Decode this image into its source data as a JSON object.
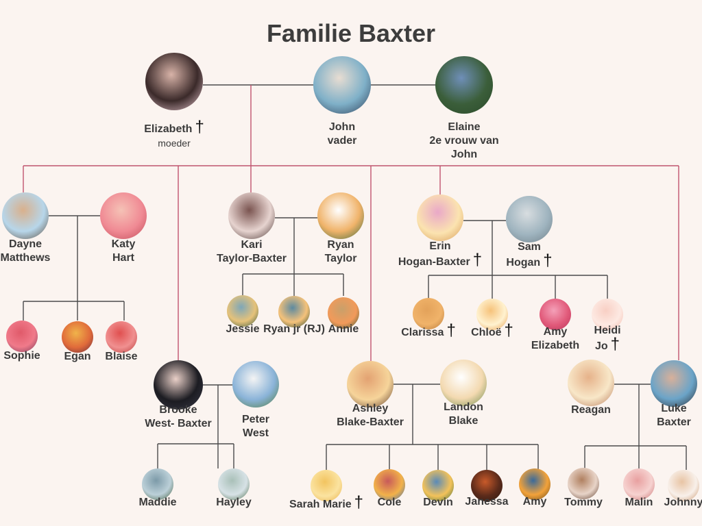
{
  "title": "Familie Baxter",
  "cross": "†",
  "persons": [
    {
      "id": "elizabeth",
      "lines": [
        "Elizabeth"
      ],
      "note": "moeder",
      "deceased": true,
      "colors": [
        "#3b2a2a",
        "#d8b3a8",
        "#e9c8d0"
      ]
    },
    {
      "id": "john",
      "lines": [
        "John",
        "vader"
      ],
      "deceased": false,
      "colors": [
        "#7fb0c8",
        "#e8ddd2",
        "#2c3e57"
      ]
    },
    {
      "id": "elaine",
      "lines": [
        "Elaine",
        "2e vrouw van",
        "John"
      ],
      "deceased": false,
      "colors": [
        "#3b5e3a",
        "#6f8fb8",
        "#2a4a2a"
      ]
    },
    {
      "id": "dayne",
      "lines": [
        "Dayne",
        "Matthews"
      ],
      "deceased": false,
      "colors": [
        "#b7d6ea",
        "#d9b08c",
        "#5a4a3a"
      ]
    },
    {
      "id": "katy",
      "lines": [
        "Katy",
        "Hart"
      ],
      "deceased": false,
      "colors": [
        "#f08a94",
        "#f5c2b6",
        "#c24d5a"
      ]
    },
    {
      "id": "kari",
      "lines": [
        "Kari",
        "Taylor-Baxter"
      ],
      "deceased": false,
      "colors": [
        "#e6d3cf",
        "#7a5450",
        "#4a3532"
      ]
    },
    {
      "id": "ryan",
      "lines": [
        "Ryan",
        "Taylor"
      ],
      "deceased": false,
      "colors": [
        "#f0b36a",
        "#ffffff",
        "#3f6a3a"
      ]
    },
    {
      "id": "erin",
      "lines": [
        "Erin",
        "Hogan-Baxter"
      ],
      "deceased": true,
      "colors": [
        "#fbe3b0",
        "#e9a8c8",
        "#d79a55"
      ]
    },
    {
      "id": "sam",
      "lines": [
        "Sam",
        "Hogan"
      ],
      "deceased": true,
      "colors": [
        "#9fb4bf",
        "#d8dde0",
        "#6f7f88"
      ]
    },
    {
      "id": "jessie",
      "lines": [
        "Jessie"
      ],
      "deceased": false,
      "colors": [
        "#e6c27a",
        "#7ea7b8",
        "#35583f"
      ]
    },
    {
      "id": "ryanjr",
      "lines": [
        "Ryan jr (RJ)"
      ],
      "deceased": false,
      "colors": [
        "#f5c27a",
        "#5d8aa0",
        "#24452c"
      ]
    },
    {
      "id": "annie",
      "lines": [
        "Annie"
      ],
      "deceased": false,
      "colors": [
        "#f29a5a",
        "#c9a06a",
        "#3a5a33"
      ]
    },
    {
      "id": "clarissa",
      "lines": [
        "Clarissa"
      ],
      "deceased": true,
      "colors": [
        "#f0b36a",
        "#e3a25a",
        "#b87a3a"
      ]
    },
    {
      "id": "chloe",
      "lines": [
        "Chloë"
      ],
      "deceased": true,
      "colors": [
        "#fff2d0",
        "#f6c27a",
        "#e79a4a"
      ]
    },
    {
      "id": "amy_e",
      "lines": [
        "Amy",
        "Elizabeth"
      ],
      "deceased": false,
      "colors": [
        "#e15a7a",
        "#f4a0b8",
        "#b8345a"
      ]
    },
    {
      "id": "heidi",
      "lines": [
        "Heidi",
        "Jo"
      ],
      "deceased": true,
      "colors": [
        "#fde9e2",
        "#f8cfc4",
        "#f3b9ab"
      ]
    },
    {
      "id": "sophie",
      "lines": [
        "Sophie"
      ],
      "deceased": false,
      "colors": [
        "#f07a8a",
        "#e05a6a",
        "#7a3a5a"
      ]
    },
    {
      "id": "egan",
      "lines": [
        "Egan"
      ],
      "deceased": false,
      "colors": [
        "#e06a3a",
        "#f0b34a",
        "#6a2a3a"
      ]
    },
    {
      "id": "blaise",
      "lines": [
        "Blaise"
      ],
      "deceased": false,
      "colors": [
        "#f09090",
        "#e05050",
        "#b83a3a"
      ]
    },
    {
      "id": "brooke",
      "lines": [
        "Brooke",
        "West- Baxter"
      ],
      "deceased": false,
      "colors": [
        "#1c1c22",
        "#ead0c8",
        "#3a3a48"
      ]
    },
    {
      "id": "peter",
      "lines": [
        "Peter",
        "West"
      ],
      "deceased": false,
      "colors": [
        "#8ab3d8",
        "#f4f4f4",
        "#4f7a3a"
      ]
    },
    {
      "id": "ashley",
      "lines": [
        "Ashley",
        "Blake-Baxter"
      ],
      "deceased": false,
      "colors": [
        "#f6d49a",
        "#e3a272",
        "#5a3a2a"
      ]
    },
    {
      "id": "landon",
      "lines": [
        "Landon",
        "Blake"
      ],
      "deceased": false,
      "colors": [
        "#f3d9b0",
        "#ffffff",
        "#6a8a4a"
      ]
    },
    {
      "id": "reagan",
      "lines": [
        "Reagan"
      ],
      "deceased": false,
      "colors": [
        "#f8e7c8",
        "#e6b28a",
        "#b87a5a"
      ]
    },
    {
      "id": "luke",
      "lines": [
        "Luke",
        "Baxter"
      ],
      "deceased": false,
      "colors": [
        "#6ba4c8",
        "#d8b09a",
        "#2a2a30"
      ]
    },
    {
      "id": "maddie",
      "lines": [
        "Maddie"
      ],
      "deceased": false,
      "colors": [
        "#bcd0d8",
        "#7c9aa8",
        "#3c5a3a"
      ]
    },
    {
      "id": "hayley",
      "lines": [
        "Hayley"
      ],
      "deceased": false,
      "colors": [
        "#d7e2e6",
        "#a9c0b8",
        "#4a6a48"
      ]
    },
    {
      "id": "sarah",
      "lines": [
        "Sarah Marie"
      ],
      "deceased": true,
      "colors": [
        "#fbe3a0",
        "#f2c460",
        "#e8b04a"
      ]
    },
    {
      "id": "cole",
      "lines": [
        "Cole"
      ],
      "deceased": false,
      "colors": [
        "#f2b24a",
        "#c85a5a",
        "#3a6ab0"
      ]
    },
    {
      "id": "devin",
      "lines": [
        "Devin"
      ],
      "deceased": false,
      "colors": [
        "#f3c25a",
        "#5a8ab8",
        "#3a6a3a"
      ]
    },
    {
      "id": "janessa",
      "lines": [
        "Janessa"
      ],
      "deceased": false,
      "colors": [
        "#5a2a1a",
        "#c85a2a",
        "#2a1a12"
      ]
    },
    {
      "id": "amy",
      "lines": [
        "Amy"
      ],
      "deceased": false,
      "colors": [
        "#f2a23a",
        "#3a6a9a",
        "#6a4a1a"
      ]
    },
    {
      "id": "tommy",
      "lines": [
        "Tommy"
      ],
      "deceased": false,
      "colors": [
        "#e8d4c8",
        "#b08060",
        "#5a3a2a"
      ]
    },
    {
      "id": "malin",
      "lines": [
        "Malin"
      ],
      "deceased": false,
      "colors": [
        "#f6d2d0",
        "#e8a0a0",
        "#c87070"
      ]
    },
    {
      "id": "johnny",
      "lines": [
        "Johnny"
      ],
      "deceased": false,
      "colors": [
        "#f8f0ea",
        "#e8c4a4",
        "#c8946a"
      ]
    }
  ]
}
